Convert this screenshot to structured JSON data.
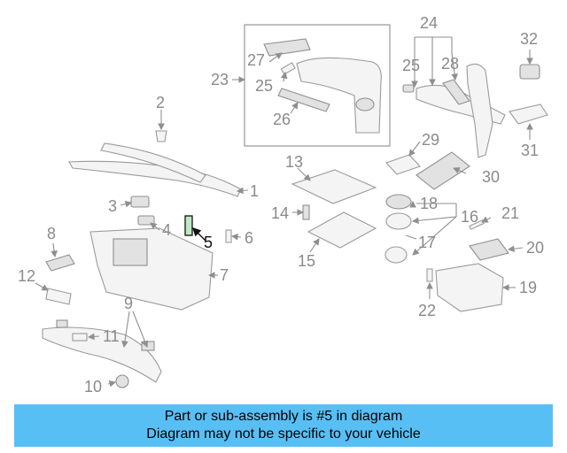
{
  "callouts": [
    "1",
    "2",
    "3",
    "4",
    "5",
    "6",
    "7",
    "8",
    "9",
    "10",
    "11",
    "12",
    "13",
    "14",
    "15",
    "16",
    "17",
    "18",
    "19",
    "20",
    "21",
    "22",
    "23",
    "24",
    "25",
    "26",
    "27",
    "28",
    "29",
    "30",
    "31",
    "32"
  ],
  "highlighted": "5",
  "banner": {
    "line1": "Part or sub-assembly is #5 in diagram",
    "line2": "Diagram may not be specific to your vehicle"
  },
  "colors": {
    "banner": "#58bff5",
    "callout": "#8a8a8a",
    "highlight": "#111111"
  }
}
